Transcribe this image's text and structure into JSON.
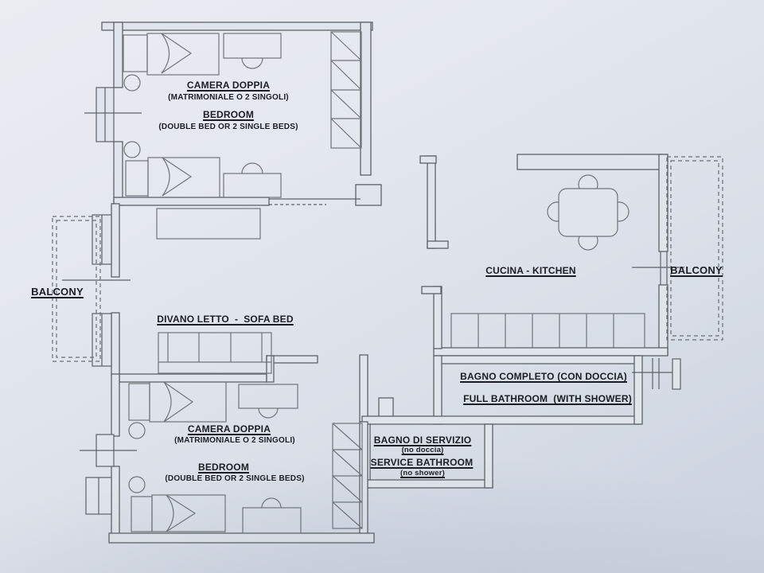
{
  "plan": {
    "bedroom_top": {
      "title_it": "CAMERA DOPPIA",
      "subtitle_it": "(MATRIMONIALE O 2 SINGOLI)",
      "title_en": "BEDROOM",
      "subtitle_en": "(DOUBLE BED OR 2 SINGLE BEDS)"
    },
    "bedroom_bottom": {
      "title_it": "CAMERA DOPPIA",
      "subtitle_it": "(MATRIMONIALE O 2 SINGOLI)",
      "title_en": "BEDROOM",
      "subtitle_en": "(DOUBLE BED OR 2 SINGLE BEDS)"
    },
    "living_room": {
      "label": "DIVANO LETTO  -  SOFA BED"
    },
    "kitchen": {
      "label": "CUCINA - KITCHEN"
    },
    "balcony_left": {
      "label": "BALCONY"
    },
    "balcony_right": {
      "label": "BALCONY"
    },
    "bathroom_full": {
      "title_it": "BAGNO COMPLETO (CON DOCCIA)",
      "title_en": "FULL BATHROOM  (WITH SHOWER)"
    },
    "bathroom_service": {
      "title_it": "BAGNO DI SERVIZIO",
      "note_it": "(no doccia)",
      "title_en": "SERVICE BATHROOM",
      "note_en": "(no shower)"
    },
    "colors": {
      "paper": "#e0e4ec",
      "wall": "#5d6269",
      "ink": "#1b1e24"
    }
  }
}
